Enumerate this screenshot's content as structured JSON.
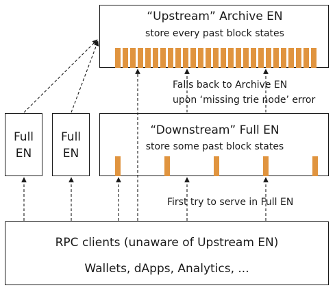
{
  "upstream": {
    "title": "“Upstream” Archive EN",
    "subtitle": "store every past block states",
    "block_count": 27
  },
  "fallback_note": {
    "line1": "Falls back to Archive EN",
    "line2": "upon ‘missing trie node’ error"
  },
  "full_nodes": [
    {
      "line1": "Full",
      "line2": "EN"
    },
    {
      "line1": "Full",
      "line2": "EN"
    }
  ],
  "downstream": {
    "title": "“Downstream” Full EN",
    "subtitle": "store some past block states",
    "block_count": 5
  },
  "first_try_note": "First try to serve in Full EN",
  "clients": {
    "title": "RPC clients (unaware of Upstream EN)",
    "examples": "Wallets, dApps, Analytics, ..."
  },
  "colors": {
    "block": "#e0943f",
    "border": "#1a1a1a"
  }
}
